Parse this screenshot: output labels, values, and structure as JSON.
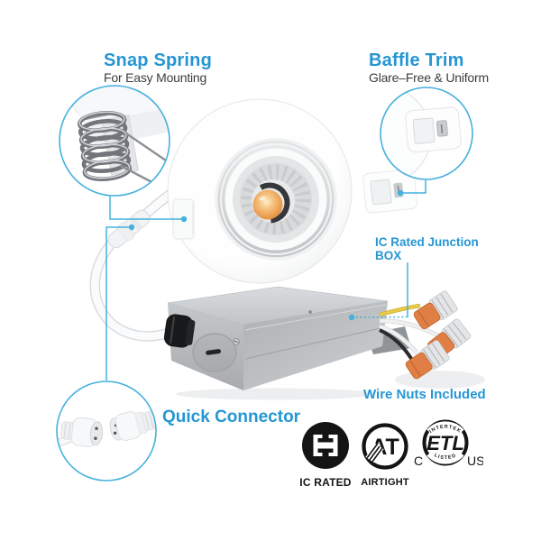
{
  "colors": {
    "accent_blue": "#2596d3",
    "line_blue": "#45b0de",
    "text_dark": "#3a3d3f",
    "badge_black": "#141414",
    "led_amber": "#f0a45c",
    "wire_nut_orange": "#e07f45"
  },
  "callouts": {
    "snap_spring": {
      "title": "Snap Spring",
      "subtitle": "For Easy Mounting"
    },
    "baffle_trim": {
      "title": "Baffle Trim",
      "subtitle": "Glare–Free & Uniform"
    },
    "junction_box": {
      "line1": "IC Rated Junction",
      "line2": "BOX"
    },
    "wire_nuts_label": "Wire Nuts Included",
    "quick_connector_label": "Quick Connector"
  },
  "badges": {
    "ic_rated": {
      "caption": "IC RATED"
    },
    "airtight": {
      "letters": "AT",
      "caption": "AIRTIGHT"
    },
    "etl": {
      "top_arc": "INTERTEK",
      "letters": "ETL",
      "bottom_arc": "LISTED",
      "left_text": "C",
      "right_text": "US"
    }
  }
}
